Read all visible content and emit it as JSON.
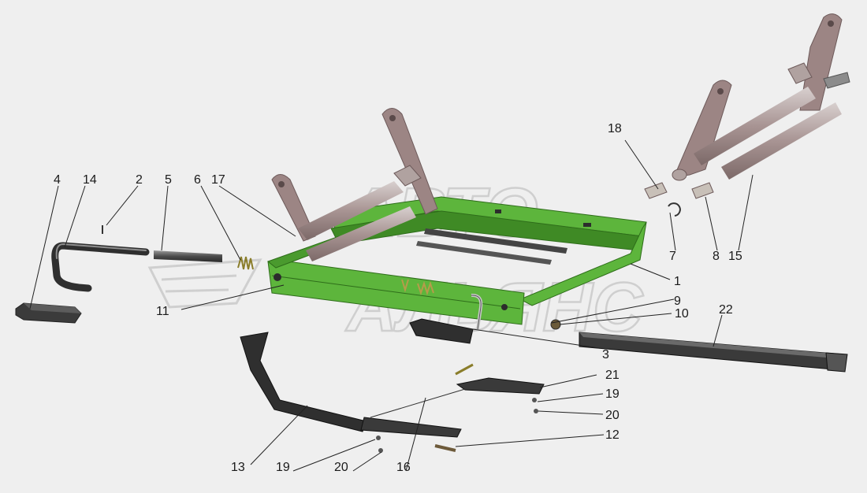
{
  "watermark": {
    "line1": "АВТО",
    "line2": "АЛЬЯНС"
  },
  "callouts": [
    "4",
    "14",
    "2",
    "5",
    "6",
    "17",
    "18",
    "7",
    "8",
    "15",
    "1",
    "9",
    "10",
    "11",
    "22",
    "3",
    "21",
    "19",
    "20",
    "12",
    "13",
    "19",
    "20",
    "16"
  ],
  "colors": {
    "frame_green": "#5db53c",
    "frame_green_dark": "#3f8a25",
    "bracket_mauve": "#9c8584",
    "bracket_mauve_dark": "#6d5a5a",
    "metal_dark": "#3a3a3a",
    "background": "#efefef",
    "watermark": "#d4d4d4"
  }
}
